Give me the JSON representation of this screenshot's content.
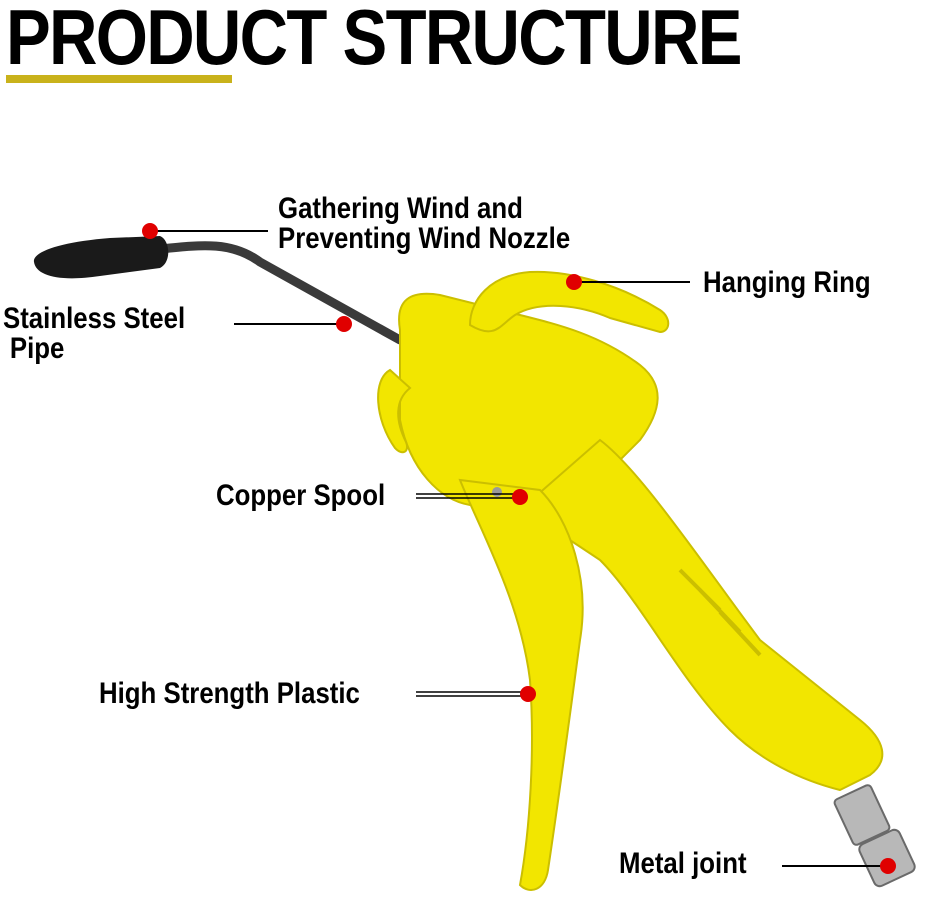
{
  "page": {
    "title": "PRODUCT STRUCTURE"
  },
  "colors": {
    "underline": "#c9b21b",
    "gun_body": "#f2e600",
    "gun_shadow": "#cbbf00",
    "nozzle_tip": "#1a1a1a",
    "pipe": "#3a3a3a",
    "metal": "#b8b8b8",
    "marker": "#e00000",
    "leader": "#000000"
  },
  "labels": {
    "nozzle": {
      "line1": "Gathering Wind and",
      "line2": "Preventing Wind Nozzle"
    },
    "hanging_ring": "Hanging Ring",
    "pipe": {
      "line1": "Stainless Steel",
      "line2": "Pipe"
    },
    "copper_spool": "Copper Spool",
    "plastic": "High Strength Plastic",
    "metal_joint": "Metal joint"
  }
}
